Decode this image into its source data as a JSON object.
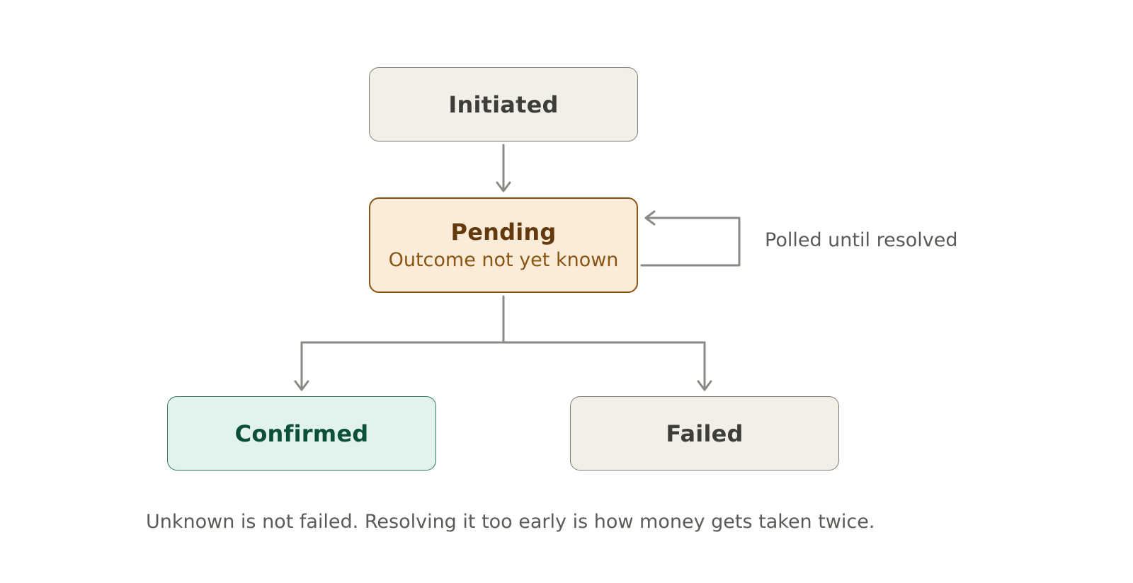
{
  "nodes": {
    "initiated": {
      "title": "Initiated"
    },
    "pending": {
      "title": "Pending",
      "subtitle": "Outcome not yet known"
    },
    "confirmed": {
      "title": "Confirmed"
    },
    "failed": {
      "title": "Failed"
    }
  },
  "loop_label": "Polled until resolved",
  "caption": "Unknown is not failed. Resolving it too early is how money gets taken twice.",
  "colors": {
    "neutral_fill": "#f2efe8",
    "neutral_border": "#7e7e78",
    "pending_fill": "#faecd9",
    "pending_border": "#8a5413",
    "pending_text": "#633a0d",
    "confirmed_fill": "#e1f3ec",
    "confirmed_border": "#2f7a5a",
    "confirmed_text": "#0b4f3a",
    "connector": "#8a8a84"
  }
}
